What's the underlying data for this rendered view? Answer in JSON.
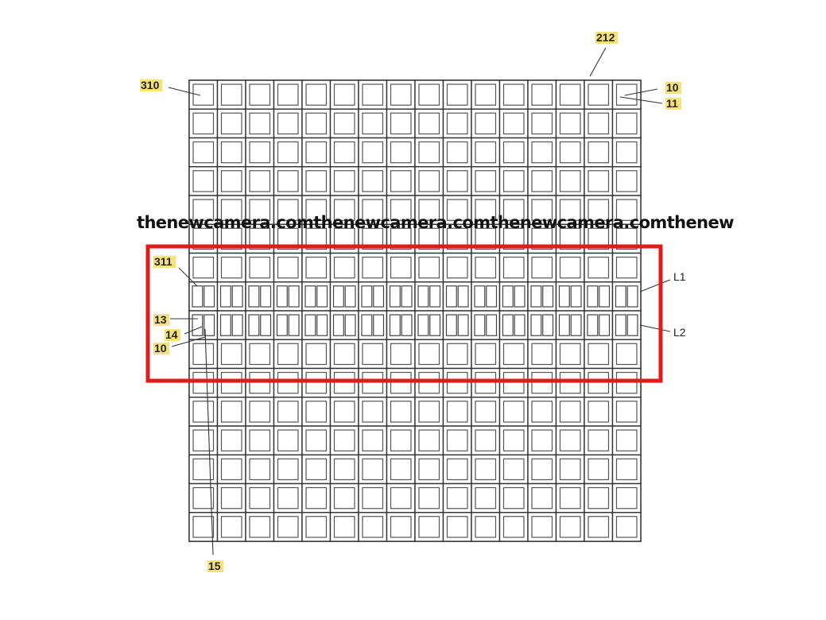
{
  "diagram": {
    "grid": {
      "rows": 16,
      "cols": 16,
      "focus_rows": [
        7,
        8
      ]
    },
    "reference_labels": [
      {
        "id": "212",
        "text": "212"
      },
      {
        "id": "310",
        "text": "310"
      },
      {
        "id": "10_top",
        "text": "10"
      },
      {
        "id": "11",
        "text": "11"
      },
      {
        "id": "311",
        "text": "311"
      },
      {
        "id": "13",
        "text": "13"
      },
      {
        "id": "14",
        "text": "14"
      },
      {
        "id": "10_left",
        "text": "10"
      },
      {
        "id": "15",
        "text": "15"
      }
    ],
    "line_labels": [
      {
        "id": "L1",
        "text": "L1"
      },
      {
        "id": "L2",
        "text": "L2"
      }
    ],
    "watermark": "thenewcamera.comthenewcamera.comthenewcamera.comthenew",
    "colors": {
      "highlight": "#e01b1b",
      "label_background": "#f6e27a",
      "ink": "#333333"
    }
  }
}
